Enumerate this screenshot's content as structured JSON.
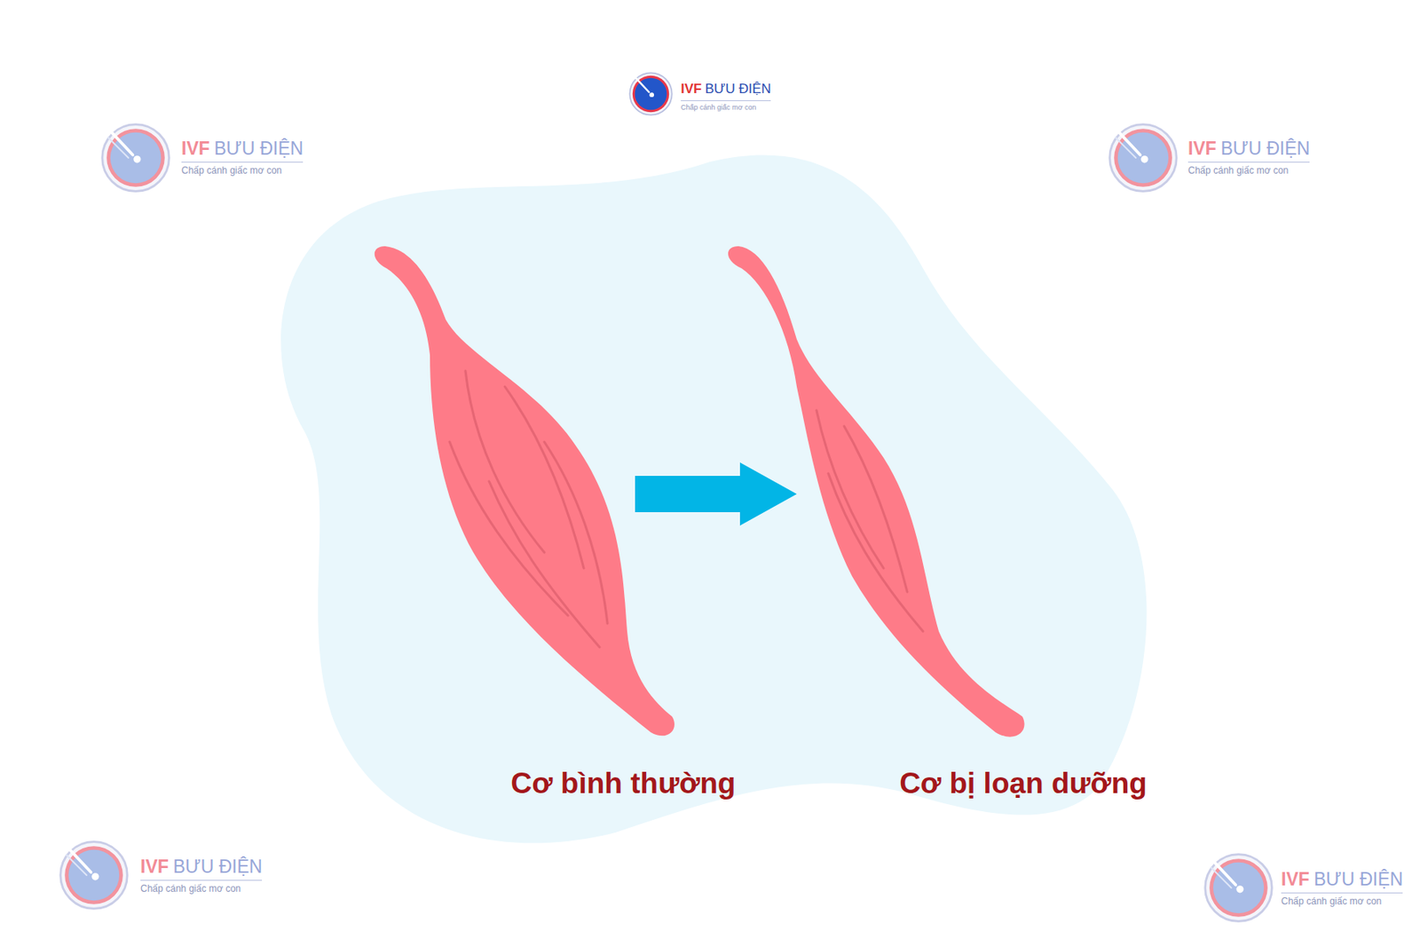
{
  "diagram": {
    "nodes": [
      {
        "text": [
          "Cơ bình thường"
        ]
      },
      {
        "text": [
          "Cơ bị loạn dưỡng"
        ]
      }
    ],
    "edges": [
      {
        "from": 0,
        "to": 1,
        "arrow": "to"
      }
    ],
    "labels": [
      "IVF",
      "BƯU ĐIỆN",
      "Chấp cánh giấc mơ con",
      "IVF",
      "BƯU ĐIỆN",
      "Chấp cánh giấc mơ con",
      "IVF",
      "BƯU ĐIỆN",
      "Chấp cánh giấc mơ con",
      "IVF",
      "BƯU ĐIỆN",
      "Chấp cánh giấc mơ con",
      "IVF",
      "BƯU ĐIỆN",
      "Chấp cánh giấc mơ con"
    ]
  }
}
